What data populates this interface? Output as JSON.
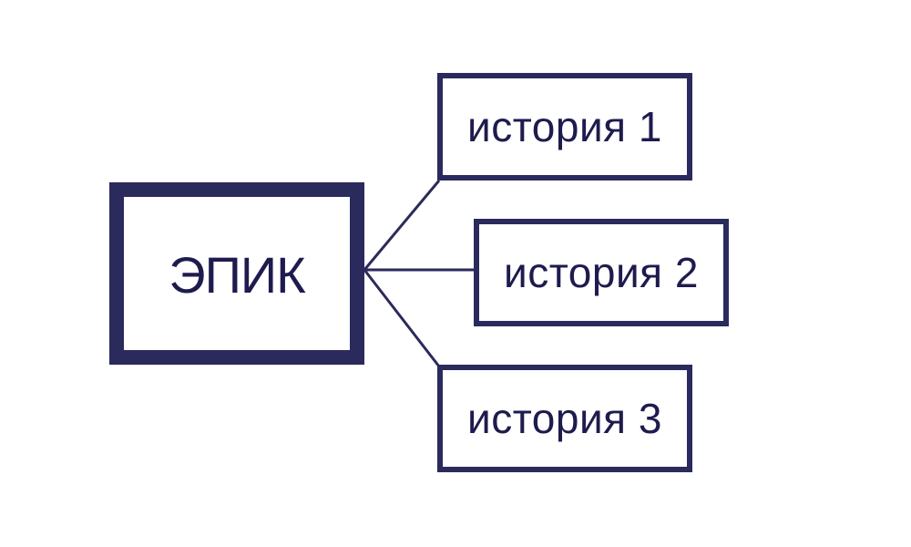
{
  "diagram": {
    "root": {
      "label": "ЭПИК"
    },
    "children": [
      {
        "label": "история 1"
      },
      {
        "label": "история 2"
      },
      {
        "label": "история 3"
      }
    ],
    "colors": {
      "stroke": "#2b2a5c",
      "text": "#1e1b4e",
      "background": "#ffffff"
    }
  }
}
